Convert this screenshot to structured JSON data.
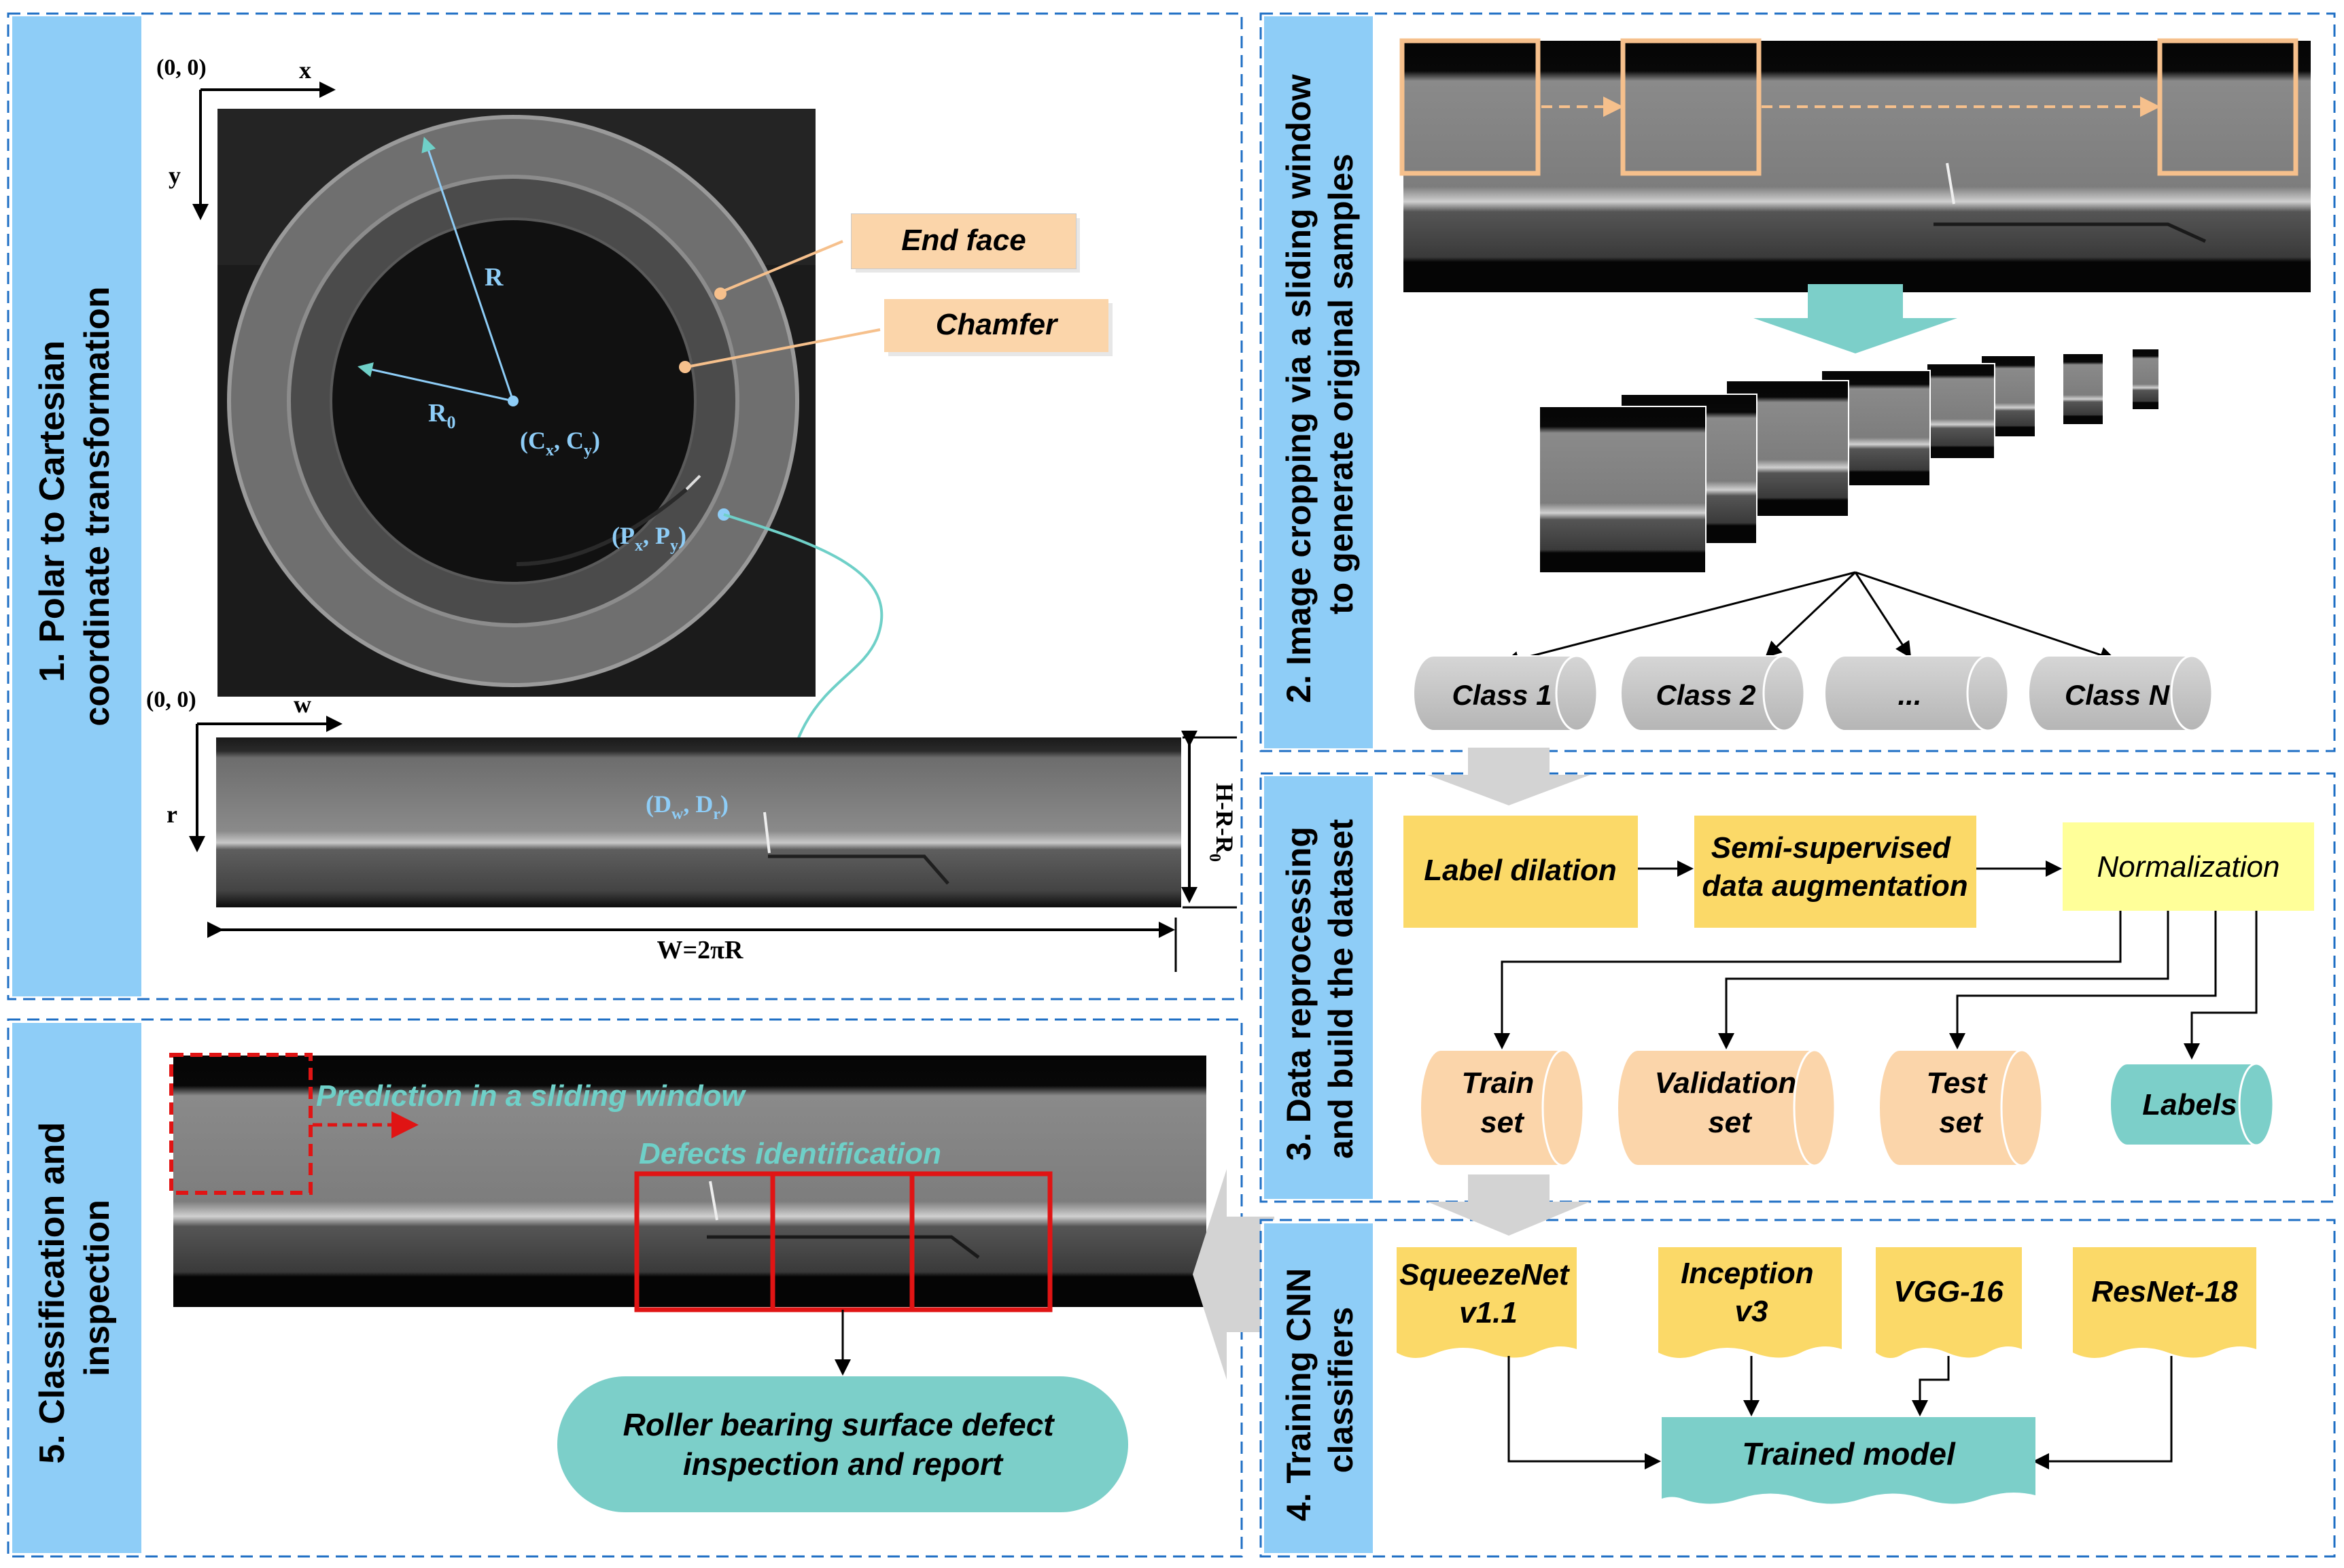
{
  "panel1": {
    "title_line1": "1. Polar to Cartesian",
    "title_line2": "coordinate transformation",
    "origin_top": "(0, 0)",
    "axis_x": "x",
    "axis_y": "y",
    "label_end_face": "End face",
    "label_chamfer": "Chamfer",
    "label_R": "R",
    "label_R0": "R",
    "label_R0_sub": "0",
    "label_center": "(C",
    "label_center_x": "x",
    "label_center_mid": ", C",
    "label_center_y": "y",
    "label_center_end": ")",
    "label_point": "(P",
    "label_point_x": "x",
    "label_point_mid": ", P",
    "label_point_y": "y",
    "label_point_end": ")",
    "origin_bottom": "(0, 0)",
    "axis_w": "w",
    "axis_r": "r",
    "label_D": "(D",
    "label_D_w": "w",
    "label_D_mid": ", D",
    "label_D_r": "r",
    "label_D_end": ")",
    "label_height": "H-R-R",
    "label_height_sub": "0",
    "label_width": "W=2πR"
  },
  "panel2": {
    "title_line1": "2. Image cropping via a sliding window",
    "title_line2": "to generate original samples",
    "classes": [
      "Class 1",
      "Class 2",
      "...",
      "Class N"
    ]
  },
  "panel3": {
    "title_line1": "3. Data reprocessing",
    "title_line2": "and build the dataset",
    "step1": "Label dilation",
    "step2_line1": "Semi-supervised",
    "step2_line2": "data augmentation",
    "step3": "Normalization",
    "train_line1": "Train",
    "train_line2": "set",
    "val_line1": "Validation",
    "val_line2": "set",
    "test_line1": "Test",
    "test_line2": "set",
    "labels": "Labels"
  },
  "panel4": {
    "title_line1": "4. Training CNN",
    "title_line2": "classifiers",
    "m1_line1": "SqueezeNet",
    "m1_line2": "v1.1",
    "m2_line1": "Inception",
    "m2_line2": "v3",
    "m3": "VGG-16",
    "m4": "ResNet-18",
    "trained": "Trained model"
  },
  "panel5": {
    "title_line1": "5. Classification and",
    "title_line2": "inspection",
    "prediction": "Prediction in a sliding window",
    "defects": "Defects identification",
    "report_line1": "Roller bearing surface defect",
    "report_line2": "inspection and report"
  },
  "colors": {
    "title_bar": "#8ecdf7",
    "dash_border": "#1f6fc4",
    "peach": "#fbd5aa",
    "yellow": "#fbd968",
    "light_yellow": "#ffff99",
    "teal": "#7ccfc9",
    "gray_cyl": "#c0c0c0",
    "red": "#e01414",
    "cyan_text": "#6fd0c8"
  }
}
